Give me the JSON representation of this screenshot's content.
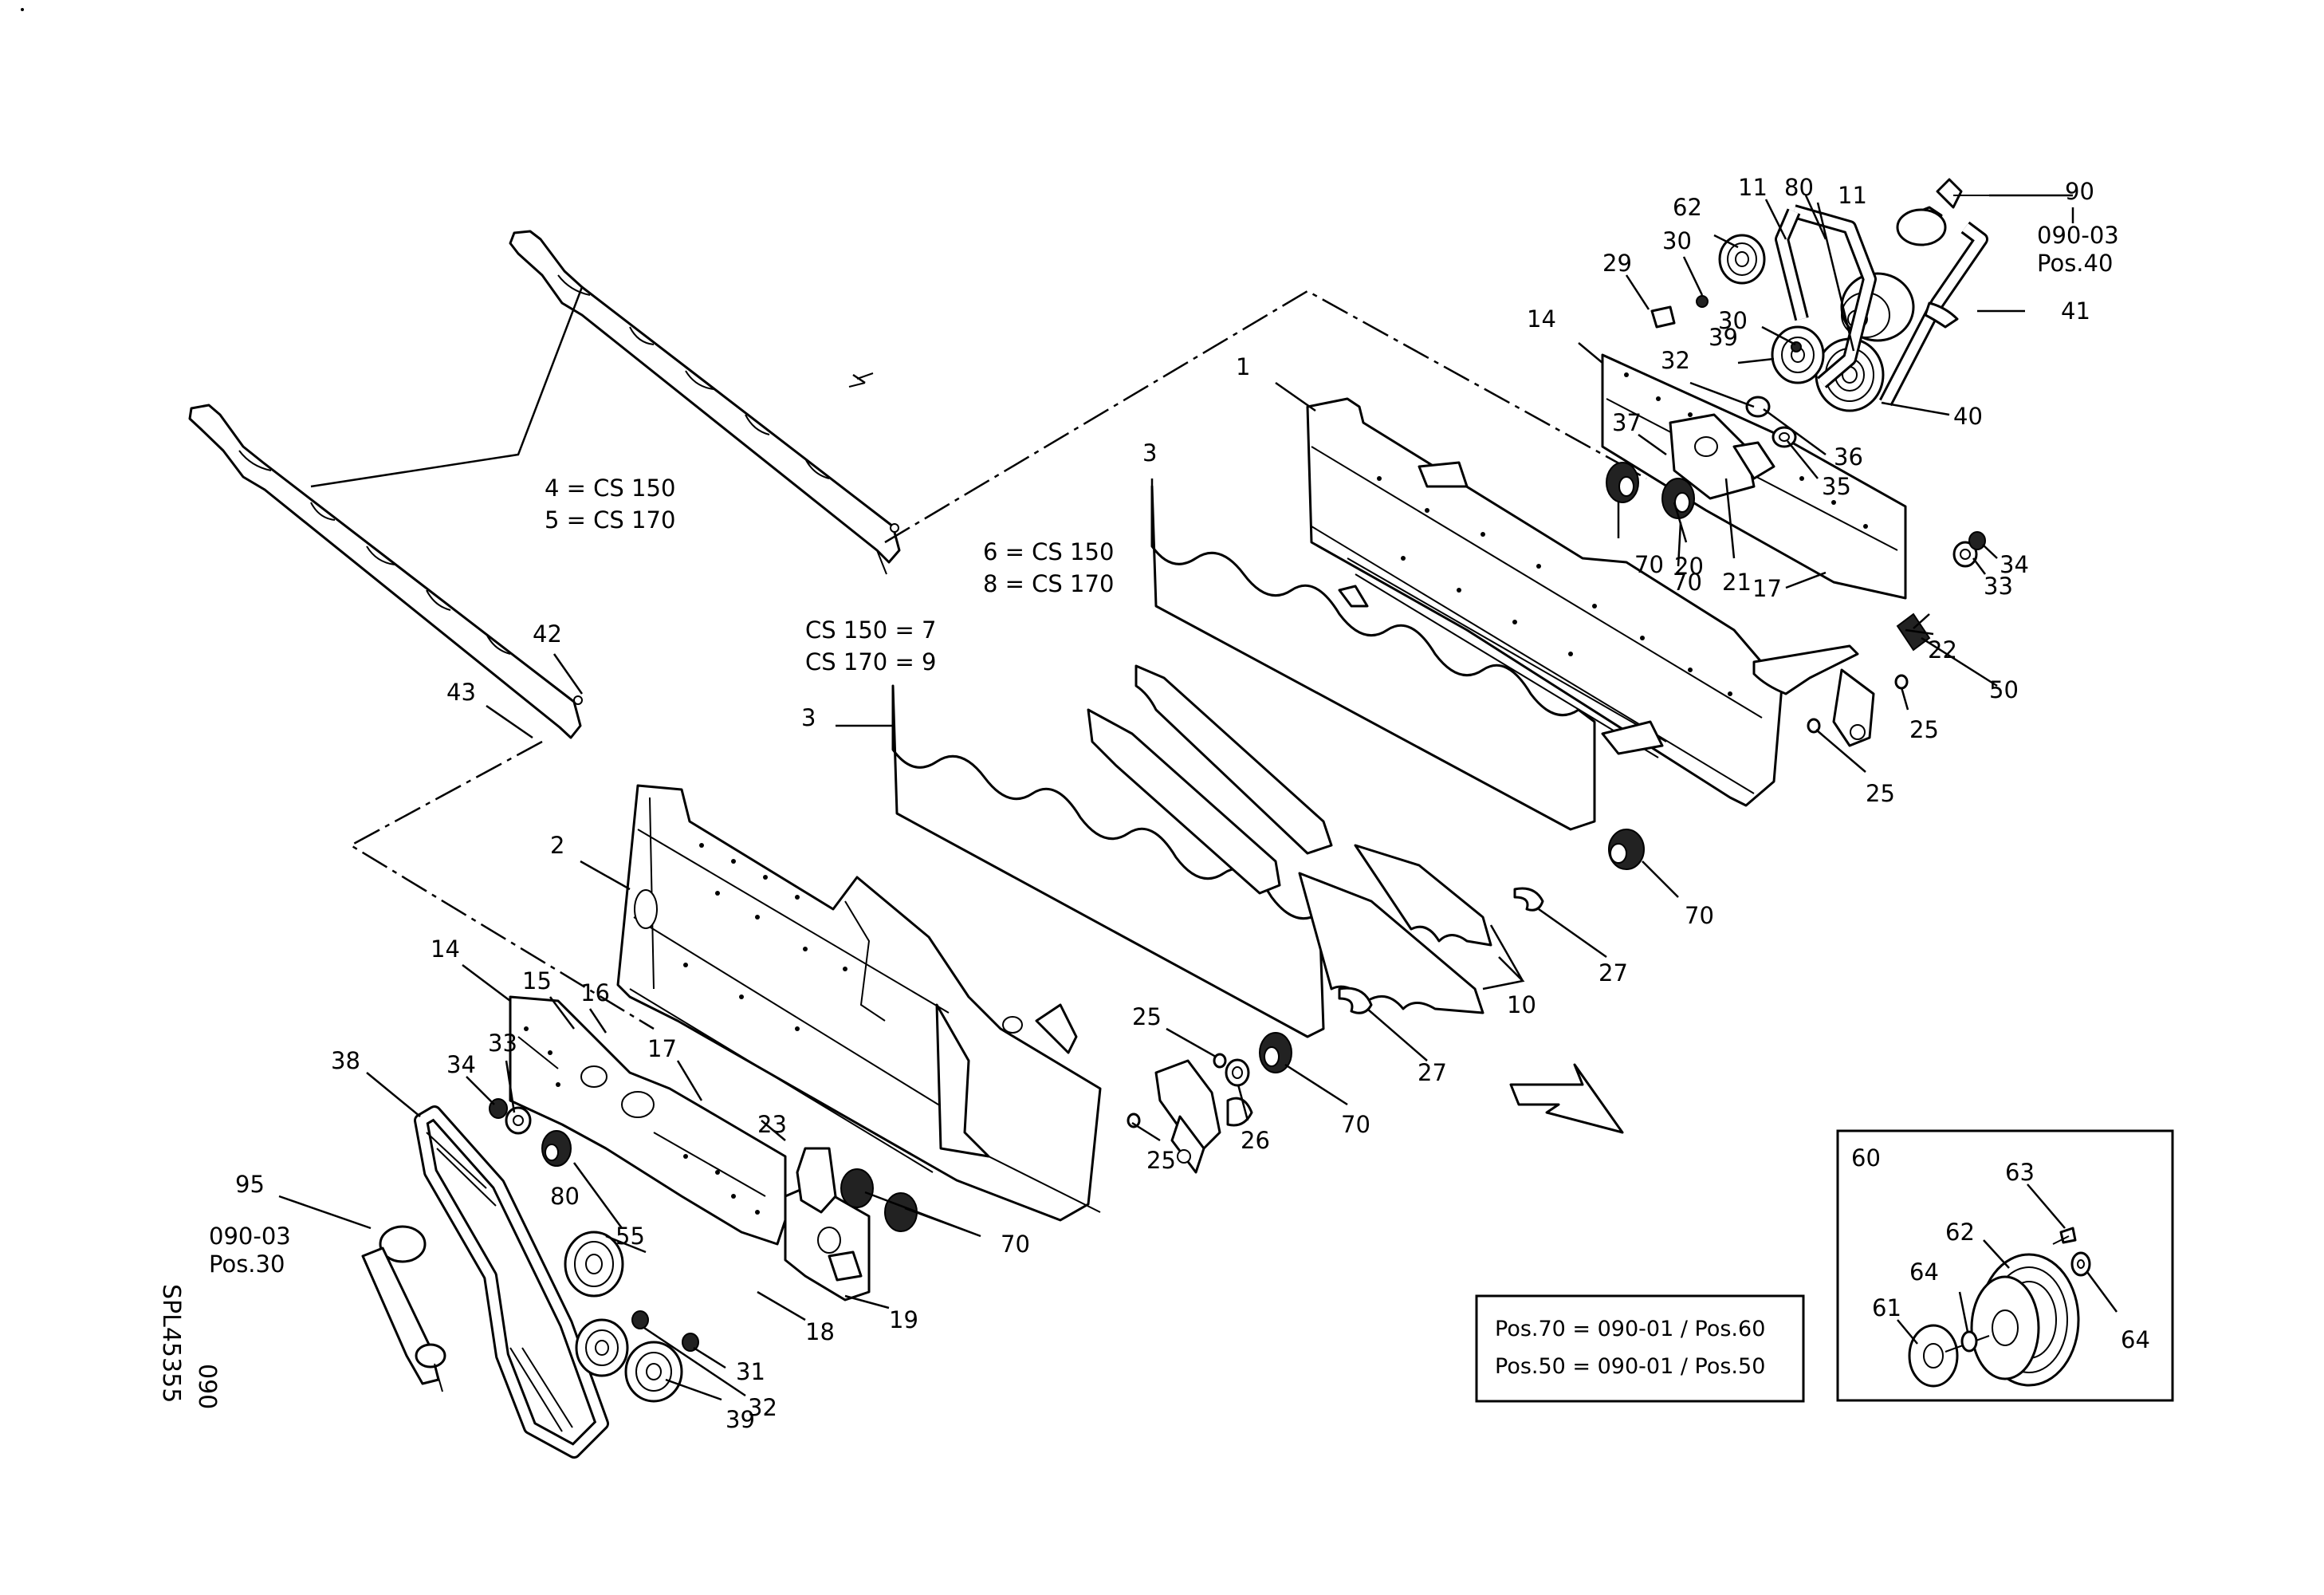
{
  "diagram": {
    "drawing_number": "SPL45355",
    "group_number": "090",
    "callouts": [
      {
        "id": "c1",
        "text": "1"
      },
      {
        "id": "c2",
        "text": "2"
      },
      {
        "id": "c3a",
        "text": "3"
      },
      {
        "id": "c3b",
        "text": "3"
      },
      {
        "id": "c10",
        "text": "10"
      },
      {
        "id": "c11a",
        "text": "11"
      },
      {
        "id": "c11b",
        "text": "11"
      },
      {
        "id": "c14a",
        "text": "14"
      },
      {
        "id": "c14b",
        "text": "14"
      },
      {
        "id": "c15",
        "text": "15"
      },
      {
        "id": "c16",
        "text": "16"
      },
      {
        "id": "c17a",
        "text": "17"
      },
      {
        "id": "c17b",
        "text": "17"
      },
      {
        "id": "c18",
        "text": "18"
      },
      {
        "id": "c19",
        "text": "19"
      },
      {
        "id": "c20",
        "text": "20"
      },
      {
        "id": "c21",
        "text": "21"
      },
      {
        "id": "c22",
        "text": "22"
      },
      {
        "id": "c23",
        "text": "23"
      },
      {
        "id": "c25a",
        "text": "25"
      },
      {
        "id": "c25b",
        "text": "25"
      },
      {
        "id": "c25c",
        "text": "25"
      },
      {
        "id": "c25d",
        "text": "25"
      },
      {
        "id": "c26",
        "text": "26"
      },
      {
        "id": "c27a",
        "text": "27"
      },
      {
        "id": "c27b",
        "text": "27"
      },
      {
        "id": "c29",
        "text": "29"
      },
      {
        "id": "c30a",
        "text": "30"
      },
      {
        "id": "c30b",
        "text": "30"
      },
      {
        "id": "c31",
        "text": "31"
      },
      {
        "id": "c32a",
        "text": "32"
      },
      {
        "id": "c32b",
        "text": "32"
      },
      {
        "id": "c33a",
        "text": "33"
      },
      {
        "id": "c33b",
        "text": "33"
      },
      {
        "id": "c34a",
        "text": "34"
      },
      {
        "id": "c34b",
        "text": "34"
      },
      {
        "id": "c35",
        "text": "35"
      },
      {
        "id": "c36",
        "text": "36"
      },
      {
        "id": "c37",
        "text": "37"
      },
      {
        "id": "c38",
        "text": "38"
      },
      {
        "id": "c39a",
        "text": "39"
      },
      {
        "id": "c39b",
        "text": "39"
      },
      {
        "id": "c40",
        "text": "40"
      },
      {
        "id": "c41",
        "text": "41"
      },
      {
        "id": "c42",
        "text": "42"
      },
      {
        "id": "c43",
        "text": "43"
      },
      {
        "id": "c50",
        "text": "50"
      },
      {
        "id": "c55",
        "text": "55"
      },
      {
        "id": "c62",
        "text": "62"
      },
      {
        "id": "c70a",
        "text": "70"
      },
      {
        "id": "c70b",
        "text": "70"
      },
      {
        "id": "c70c",
        "text": "70"
      },
      {
        "id": "c70d",
        "text": "70"
      },
      {
        "id": "c70e",
        "text": "70"
      },
      {
        "id": "c80a",
        "text": "80"
      },
      {
        "id": "c80b",
        "text": "80"
      },
      {
        "id": "c90",
        "text": "90"
      },
      {
        "id": "c95",
        "text": "95"
      }
    ],
    "notes": {
      "n45": [
        "4 = CS 150",
        "5 = CS 170"
      ],
      "n68": [
        "6 = CS 150",
        "8 = CS 170"
      ],
      "n79": [
        "CS 150 = 7",
        "CS 170 = 9"
      ],
      "ref90": [
        "090-03",
        "Pos.40"
      ],
      "ref95": [
        "090-03",
        "Pos.30"
      ]
    },
    "reference_box": {
      "lines": [
        "Pos.70 = 090-01 / Pos.60",
        "Pos.50 = 090-01 / Pos.50"
      ]
    },
    "detail_box": {
      "title": "60",
      "callouts": [
        {
          "id": "d61",
          "text": "61"
        },
        {
          "id": "d62",
          "text": "62"
        },
        {
          "id": "d63",
          "text": "63"
        },
        {
          "id": "d64a",
          "text": "64"
        },
        {
          "id": "d64b",
          "text": "64"
        }
      ]
    }
  }
}
